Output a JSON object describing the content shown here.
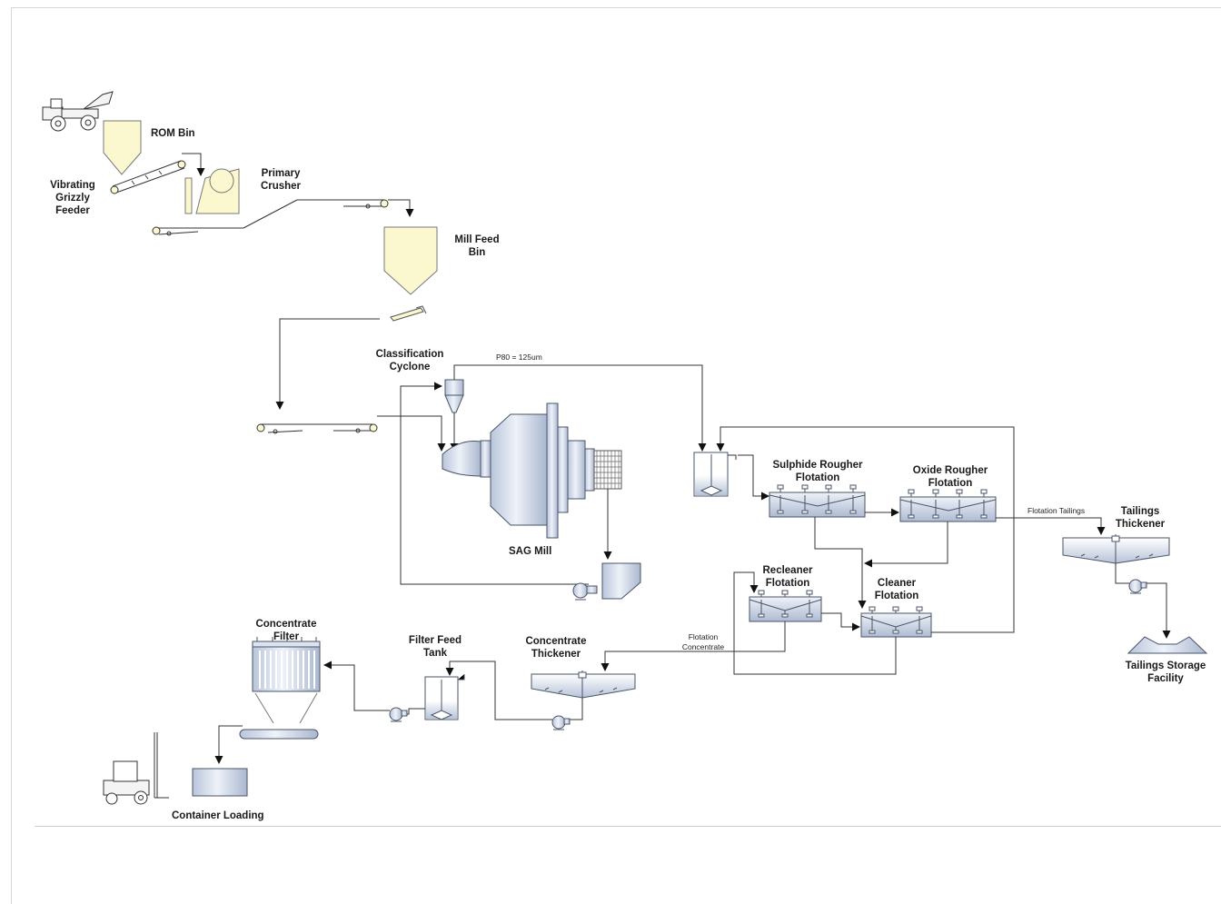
{
  "labels": {
    "rom_bin": "ROM Bin",
    "vibrating_grizzly_feeder": [
      "Vibrating",
      "Grizzly",
      "Feeder"
    ],
    "primary_crusher": [
      "Primary",
      "Crusher"
    ],
    "mill_feed_bin": [
      "Mill Feed",
      "Bin"
    ],
    "classification_cyclone": [
      "Classification",
      "Cyclone"
    ],
    "p80": "P80 = 125um",
    "sag_mill": "SAG Mill",
    "sulphide_rougher_flotation": [
      "Sulphide Rougher",
      "Flotation"
    ],
    "oxide_rougher_flotation": [
      "Oxide Rougher",
      "Flotation"
    ],
    "flotation_tailings": "Flotation Tailings",
    "tailings_thickener": [
      "Tailings",
      "Thickener"
    ],
    "tailings_storage_facility": [
      "Tailings Storage",
      "Facility"
    ],
    "recleaner_flotation": [
      "Recleaner",
      "Flotation"
    ],
    "cleaner_flotation": [
      "Cleaner",
      "Flotation"
    ],
    "flotation_concentrate": [
      "Flotation",
      "Concentrate"
    ],
    "concentrate_thickener": [
      "Concentrate",
      "Thickener"
    ],
    "filter_feed_tank": [
      "Filter Feed",
      "Tank"
    ],
    "concentrate_filter": [
      "Concentrate",
      "Filter"
    ],
    "container_loading": "Container Loading"
  },
  "colors": {
    "bin_fill": "#fbf8cf",
    "equipment_fill": "#dde4f1",
    "equipment_dark": "#a9b6cf",
    "line": "#333333"
  }
}
